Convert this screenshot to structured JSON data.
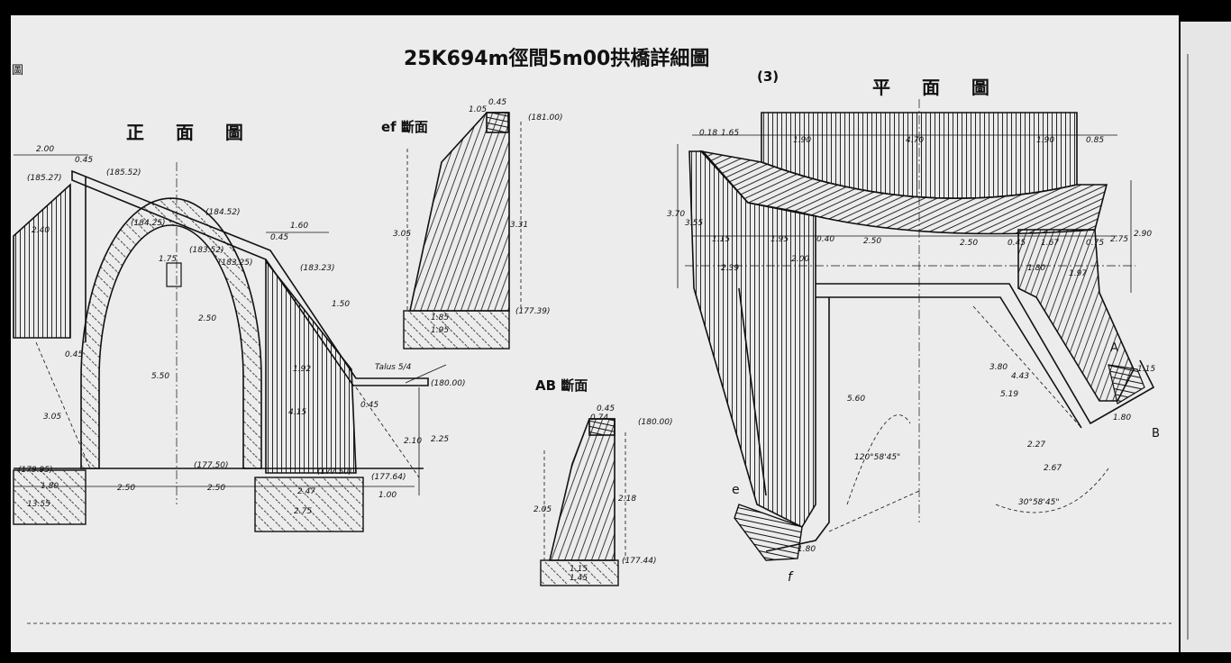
{
  "sheet": {
    "margin_glyph": "圖",
    "title": "25K694m徑間5m00拱橋詳細圖",
    "sheet_number": "(3)"
  },
  "views": {
    "front": {
      "title": "正 面 圖",
      "dims": {
        "d200": "2.00",
        "d045a": "0.45",
        "e18527": "(185.27)",
        "e18552": "(185.52)",
        "e18425": "(184.25)",
        "e18452": "(184.52)",
        "d240": "2.40",
        "e18352": "(183.52)",
        "e18325": "(183.25)",
        "d160": "1.60",
        "d045b": "0.45",
        "e18323": "(183.23)",
        "d150": "1.50",
        "d192": "1.92",
        "talus": "Talus 5/4",
        "e18000": "(180.00)",
        "d415": "4.15",
        "d550": "5.50",
        "d305": "3.05",
        "d210": "2.10",
        "d225": "2.25",
        "e17995": "(179.95)",
        "e17750a": "(177.50)",
        "e17750b": "(177.50)",
        "e17764": "(177.64)",
        "d180": "1.80",
        "d250a": "2.50",
        "d250b": "2.50",
        "d247": "2.47",
        "d100": "1.00",
        "d1355": "13.55",
        "d275": "2.75",
        "d045c": "0.45",
        "d045d": "0.45",
        "d250r": "2.50",
        "d175": "1.75"
      }
    },
    "section_ef": {
      "title": "ef 斷面",
      "dims": {
        "d045": "0.45",
        "d105": "1.05",
        "e18100": "(181.00)",
        "d305": "3.05",
        "d331": "3.31",
        "d185": "1.85",
        "d195": "1.95",
        "e17739": "(177.39)"
      }
    },
    "section_ab": {
      "title": "AB 斷面",
      "dims": {
        "d045": "0.45",
        "d074": "0.74",
        "e18000": "(180.00)",
        "d205": "2.05",
        "d218": "2.18",
        "d115": "1.15",
        "d145": "1.45",
        "e17744": "(177.44)"
      }
    },
    "plan": {
      "title": "平 面 圖",
      "dims": {
        "d018": "0.18",
        "d165": "1.65",
        "d190a": "1.90",
        "d470": "4.70",
        "d190b": "1.90",
        "d085": "0.85",
        "d370": "3.70",
        "d355": "3.55",
        "d115": "1.15",
        "d195": "1.95",
        "d040": "0.40",
        "d250a": "2.50",
        "d250b": "2.50",
        "d045": "0.45",
        "d167": "1.67",
        "d075": "0.75",
        "d275": "2.75",
        "d290": "2.90",
        "d239": "2.39",
        "d200": "2.00",
        "d180a": "1.80",
        "d197": "1.97",
        "d560": "5.60",
        "d519": "5.19",
        "d380": "3.80",
        "d443": "4.43",
        "ang1": "120°58'45\"",
        "ang2": "30°58'45\"",
        "d227": "2.27",
        "d267": "2.67",
        "d180b": "1.80",
        "d180c": "1.80",
        "d115b": "1.15"
      },
      "markers": {
        "e": "e",
        "f": "f",
        "a": "A",
        "b": "B"
      }
    }
  }
}
